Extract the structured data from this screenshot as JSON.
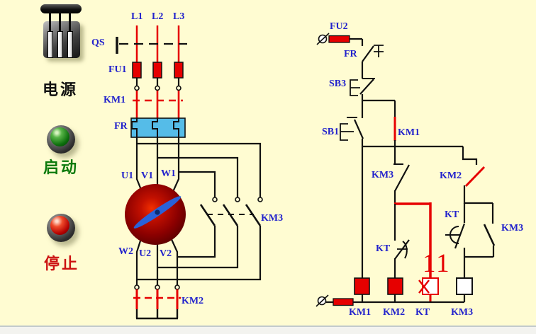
{
  "colors": {
    "background": "#FFFCD2",
    "wire": "#111111",
    "energized_red": "#E60000",
    "label_blue": "#2222CC",
    "thermal_relay_fill": "#55BCE8",
    "motor_red": "#8B0000",
    "propeller_blue": "#2A62D8",
    "start_green": "#0C7A0C",
    "stop_red": "#CC1111"
  },
  "left_panel": {
    "power_label": "电源",
    "start_label": "启动",
    "stop_label": "停止"
  },
  "main_circuit": {
    "phases": [
      "L1",
      "L2",
      "L3"
    ],
    "isolator": "QS",
    "fuse": "FU1",
    "main_contactor": "KM1",
    "thermal_relay": "FR",
    "terminals_top": [
      "U1",
      "V1",
      "W1"
    ],
    "terminals_bottom": [
      "W2",
      "U2",
      "V2"
    ],
    "delta_contactor": "KM3",
    "star_contactor": "KM2"
  },
  "control_circuit": {
    "fuse": "FU2",
    "thermal_contact": "FR",
    "stop_button": "SB3",
    "start_button": "SB1",
    "latch_contact": "KM1",
    "km3_interlock": "KM3",
    "km2_contact": "KM2",
    "timer_nc_contact": "KT",
    "timer_no_contact": "KT",
    "km3_parallel_contact": "KM3",
    "timer_countdown": "11",
    "coils": [
      "KM1",
      "KM2",
      "KT",
      "KM3"
    ]
  }
}
